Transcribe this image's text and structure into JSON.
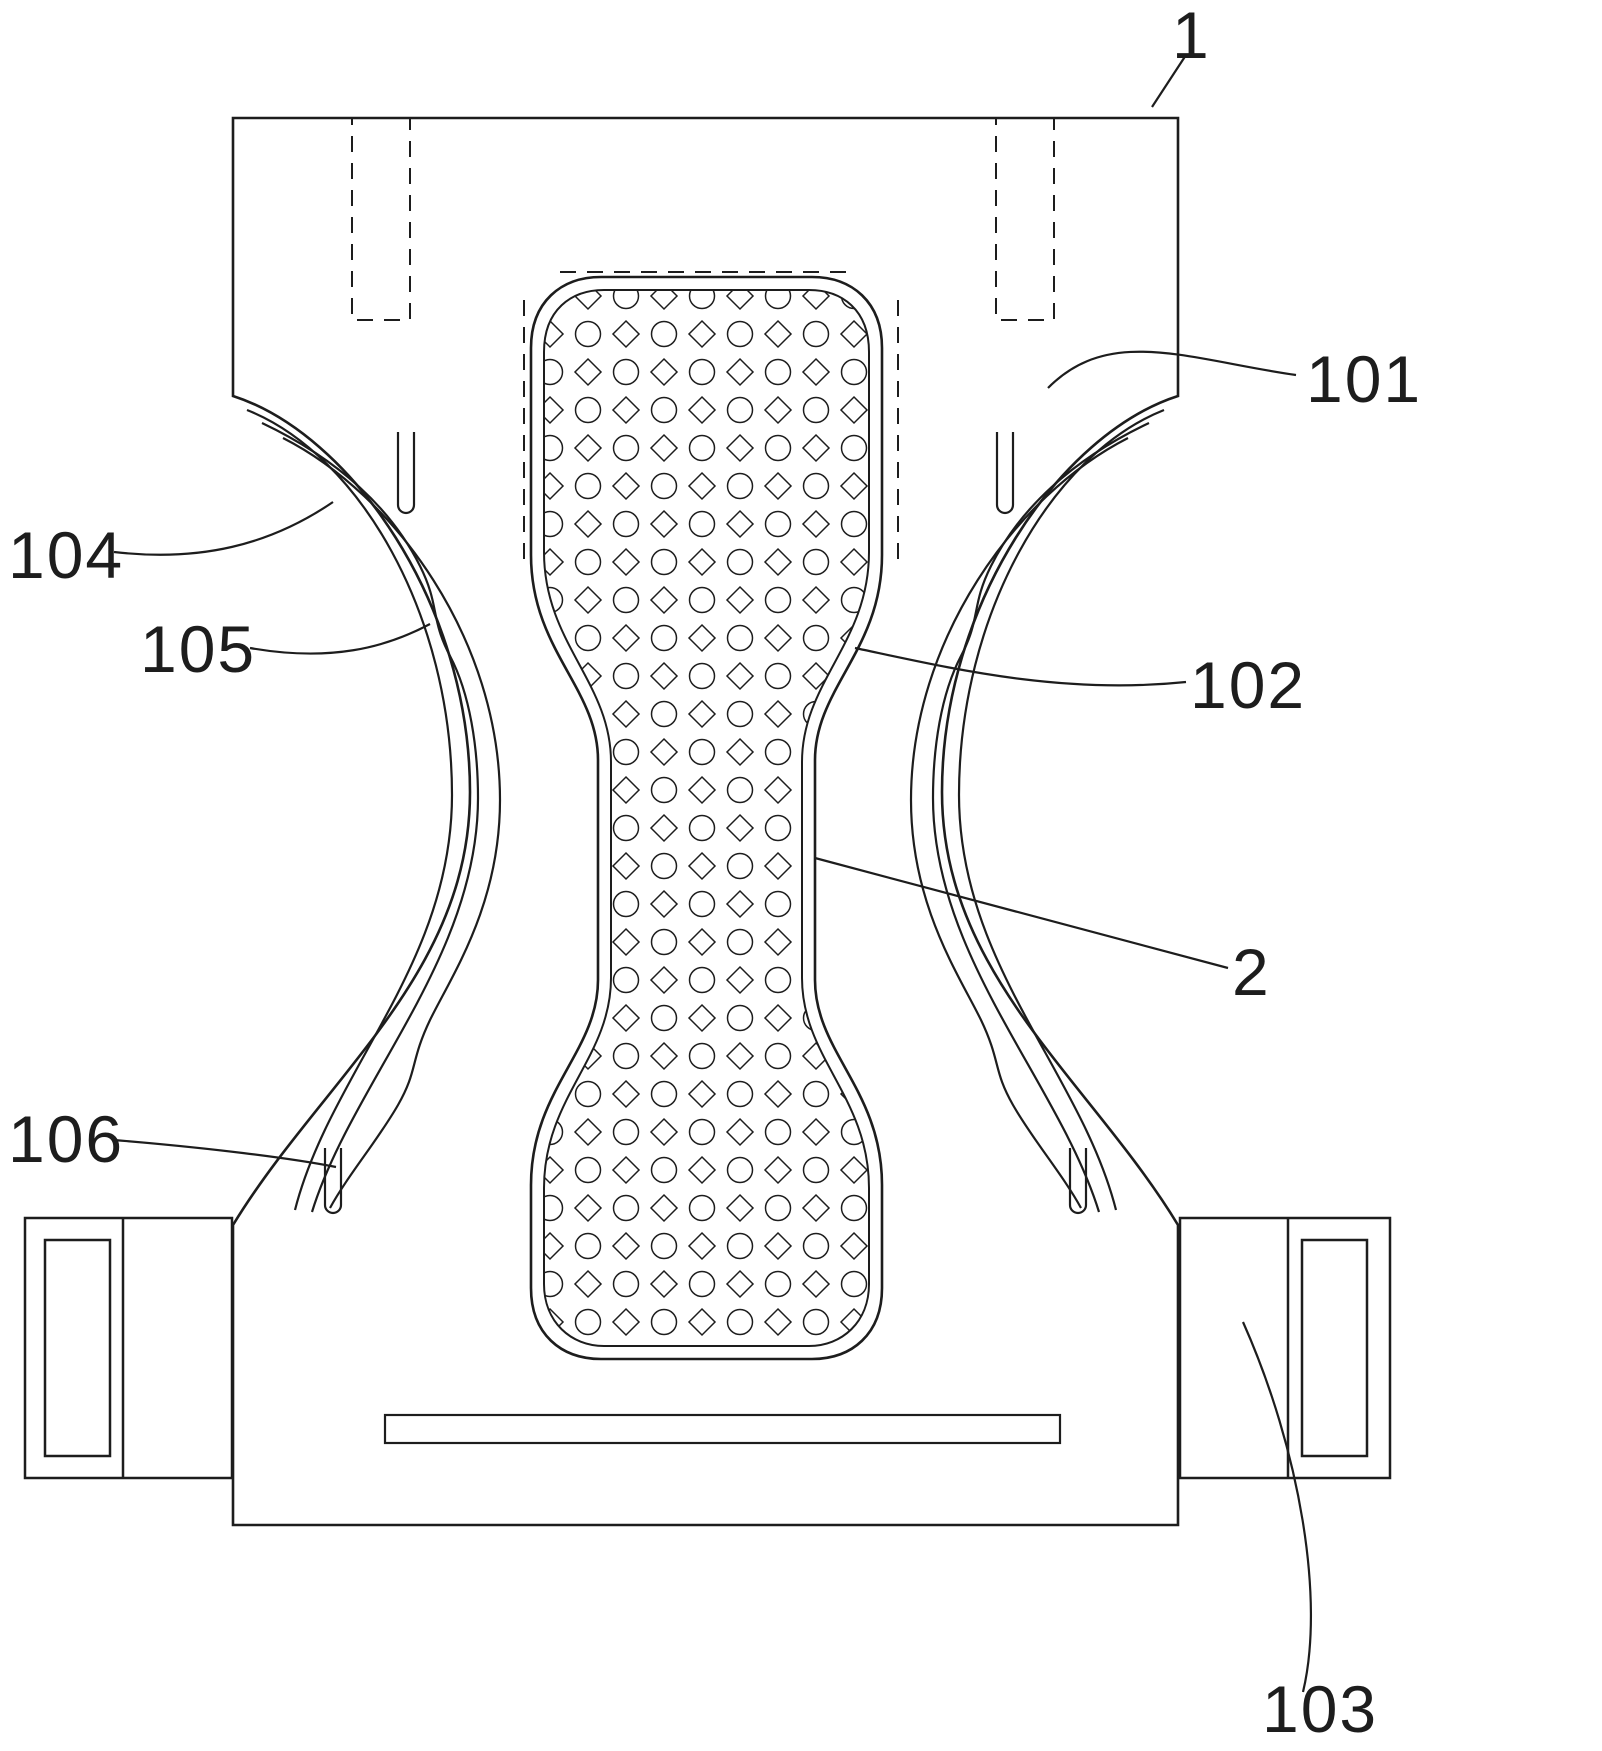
{
  "figure": {
    "background": "#ffffff",
    "line_color": "#1d1d1d",
    "description": "patent-line-drawing-absorbent-article",
    "labels": {
      "ref_1": "1",
      "ref_101": "101",
      "ref_102": "102",
      "ref_103": "103",
      "ref_104": "104",
      "ref_105": "105",
      "ref_106": "106",
      "ref_2": "2"
    }
  }
}
